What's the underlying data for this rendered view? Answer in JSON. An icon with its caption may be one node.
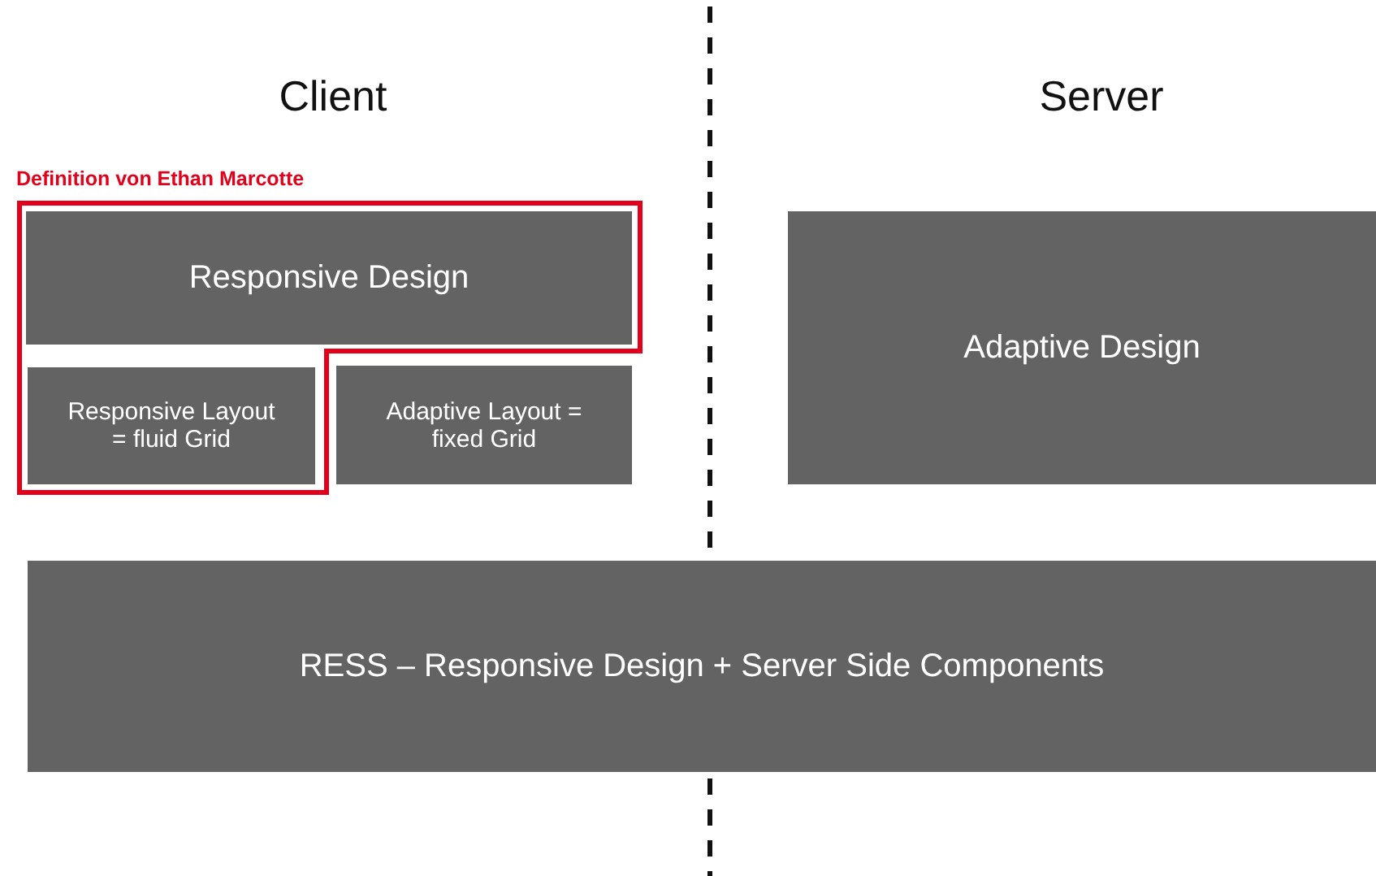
{
  "diagram": {
    "nodes": [
      {
        "text": [
          "Definition von Ethan Marcotte"
        ]
      },
      {
        "text": [
          "Responsive Design"
        ],
        "in": 0
      },
      {
        "text": [
          "Responsive Layout = fluid Grid"
        ],
        "in": 0
      },
      {
        "text": [
          "Adaptive Layout = fixed Grid"
        ]
      },
      {
        "text": [
          "Adaptive Design"
        ]
      },
      {
        "text": [
          "RESS – Responsive Design + Server Side Components"
        ]
      }
    ],
    "edges": [],
    "labels": [
      "Client",
      "Server"
    ]
  }
}
